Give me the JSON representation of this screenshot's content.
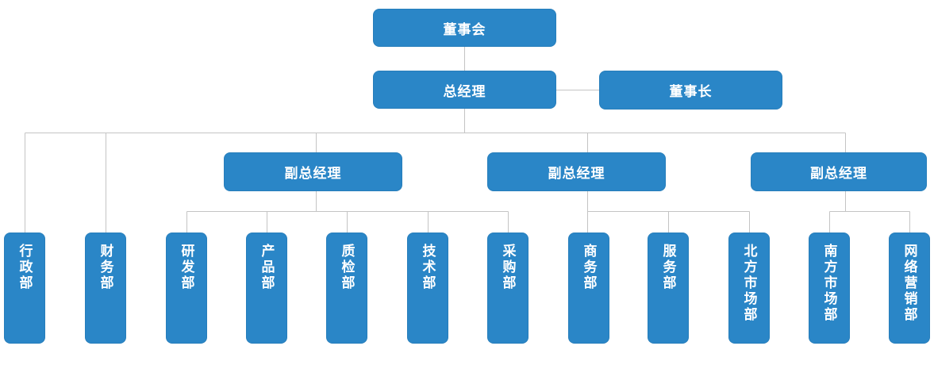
{
  "org_chart": {
    "root": {
      "label": "董事会"
    },
    "general_manager": {
      "label": "总经理"
    },
    "chairman": {
      "label": "董事长"
    },
    "deputies": [
      {
        "label": "副总经理"
      },
      {
        "label": "副总经理"
      },
      {
        "label": "副总经理"
      }
    ],
    "departments": [
      {
        "label": "行政部"
      },
      {
        "label": "财务部"
      },
      {
        "label": "研发部"
      },
      {
        "label": "产品部"
      },
      {
        "label": "质检部"
      },
      {
        "label": "技术部"
      },
      {
        "label": "采购部"
      },
      {
        "label": "商务部"
      },
      {
        "label": "服务部"
      },
      {
        "label": "北方市场部"
      },
      {
        "label": "南方市场部"
      },
      {
        "label": "网络营销部"
      }
    ],
    "colors": {
      "node_fill": "#2A86C7",
      "node_text": "#FFFFFF",
      "connector": "#C4C4C4",
      "background": "#FFFFFF"
    }
  }
}
